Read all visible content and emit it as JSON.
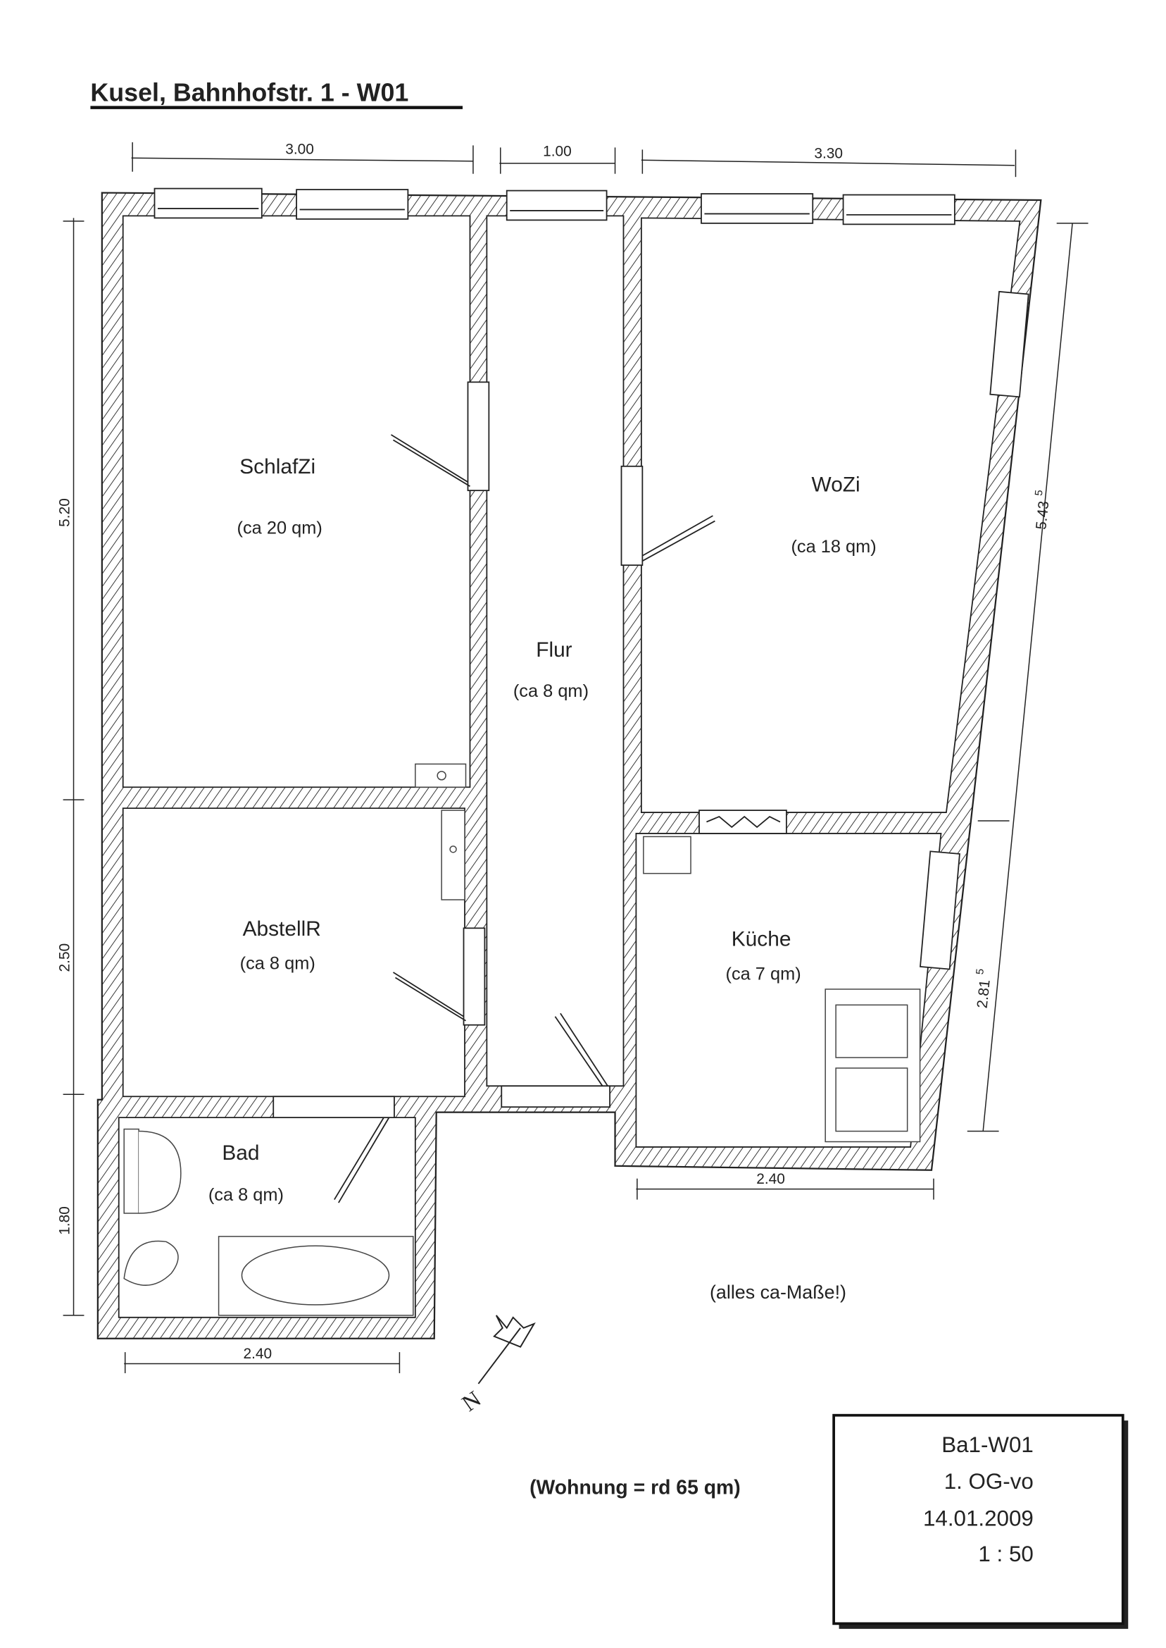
{
  "title": "Kusel, Bahnhofstr. 1 - W01",
  "dimensions": {
    "top_left": "3.00",
    "top_middle": "1.00",
    "top_right": "3.30",
    "left_upper": "5.20",
    "left_middle": "2.50",
    "left_lower": "1.80",
    "right_upper": "5.43",
    "right_upper_sup": "5",
    "right_lower": "2.81",
    "right_lower_sup": "5",
    "bottom_kitchen": "2.40",
    "bottom_bath": "2.40"
  },
  "rooms": [
    {
      "name": "SchlafZi",
      "area": "(ca 20 qm)"
    },
    {
      "name": "Flur",
      "area": "(ca 8 qm)"
    },
    {
      "name": "WoZi",
      "area": "(ca 18 qm)"
    },
    {
      "name": "AbstellR",
      "area": "(ca 8 qm)"
    },
    {
      "name": "Küche",
      "area": "(ca 7 qm)"
    },
    {
      "name": "Bad",
      "area": "(ca 8 qm)"
    }
  ],
  "note": "(alles ca-Maße!)",
  "total": "(Wohnung = rd 65 qm)",
  "north_label": "N",
  "title_block": {
    "code": "Ba1-W01",
    "floor": "1. OG-vo",
    "date": "14.01.2009",
    "scale": "1 : 50"
  }
}
